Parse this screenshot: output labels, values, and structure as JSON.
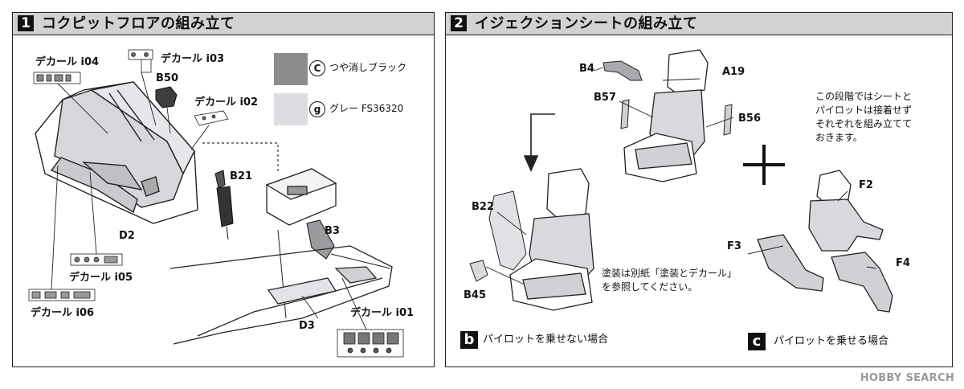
{
  "step1": {
    "number": "1",
    "title": "コクピットフロアの組み立て",
    "parts": {
      "decal_i04": "デカール i04",
      "decal_i03": "デカール i03",
      "b50": "B50",
      "decal_i02": "デカール i02",
      "b21": "B21",
      "d2": "D2",
      "b3": "B3",
      "decal_i05": "デカール i05",
      "decal_i06": "デカール i06",
      "d3": "D3",
      "decal_i01": "デカール i01"
    },
    "colors": [
      {
        "code": "C",
        "name": "つや消しブラック",
        "hex": "#8c8c8c"
      },
      {
        "code": "g",
        "name": "グレー FS36320",
        "hex": "#dcdde1"
      }
    ]
  },
  "step2": {
    "number": "2",
    "title": "イジェクションシートの組み立て",
    "parts": {
      "b4": "B4",
      "a19": "A19",
      "b57": "B57",
      "b56": "B56",
      "b22": "B22",
      "b45": "B45",
      "f2": "F2",
      "f3": "F3",
      "f4": "F4"
    },
    "note_lines": [
      "この段階ではシートと",
      "パイロットは接着せず",
      "それぞれを組み立てて",
      "おきます。"
    ],
    "paint_note_lines": [
      "塗装は別紙「塗装とデカール」",
      "を参照してください。"
    ],
    "option_b": {
      "letter": "b",
      "text": "パイロットを乗せない場合"
    },
    "option_c": {
      "letter": "c",
      "text": "パイロットを乗せる場合"
    }
  },
  "watermark": "HOBBY SEARCH"
}
